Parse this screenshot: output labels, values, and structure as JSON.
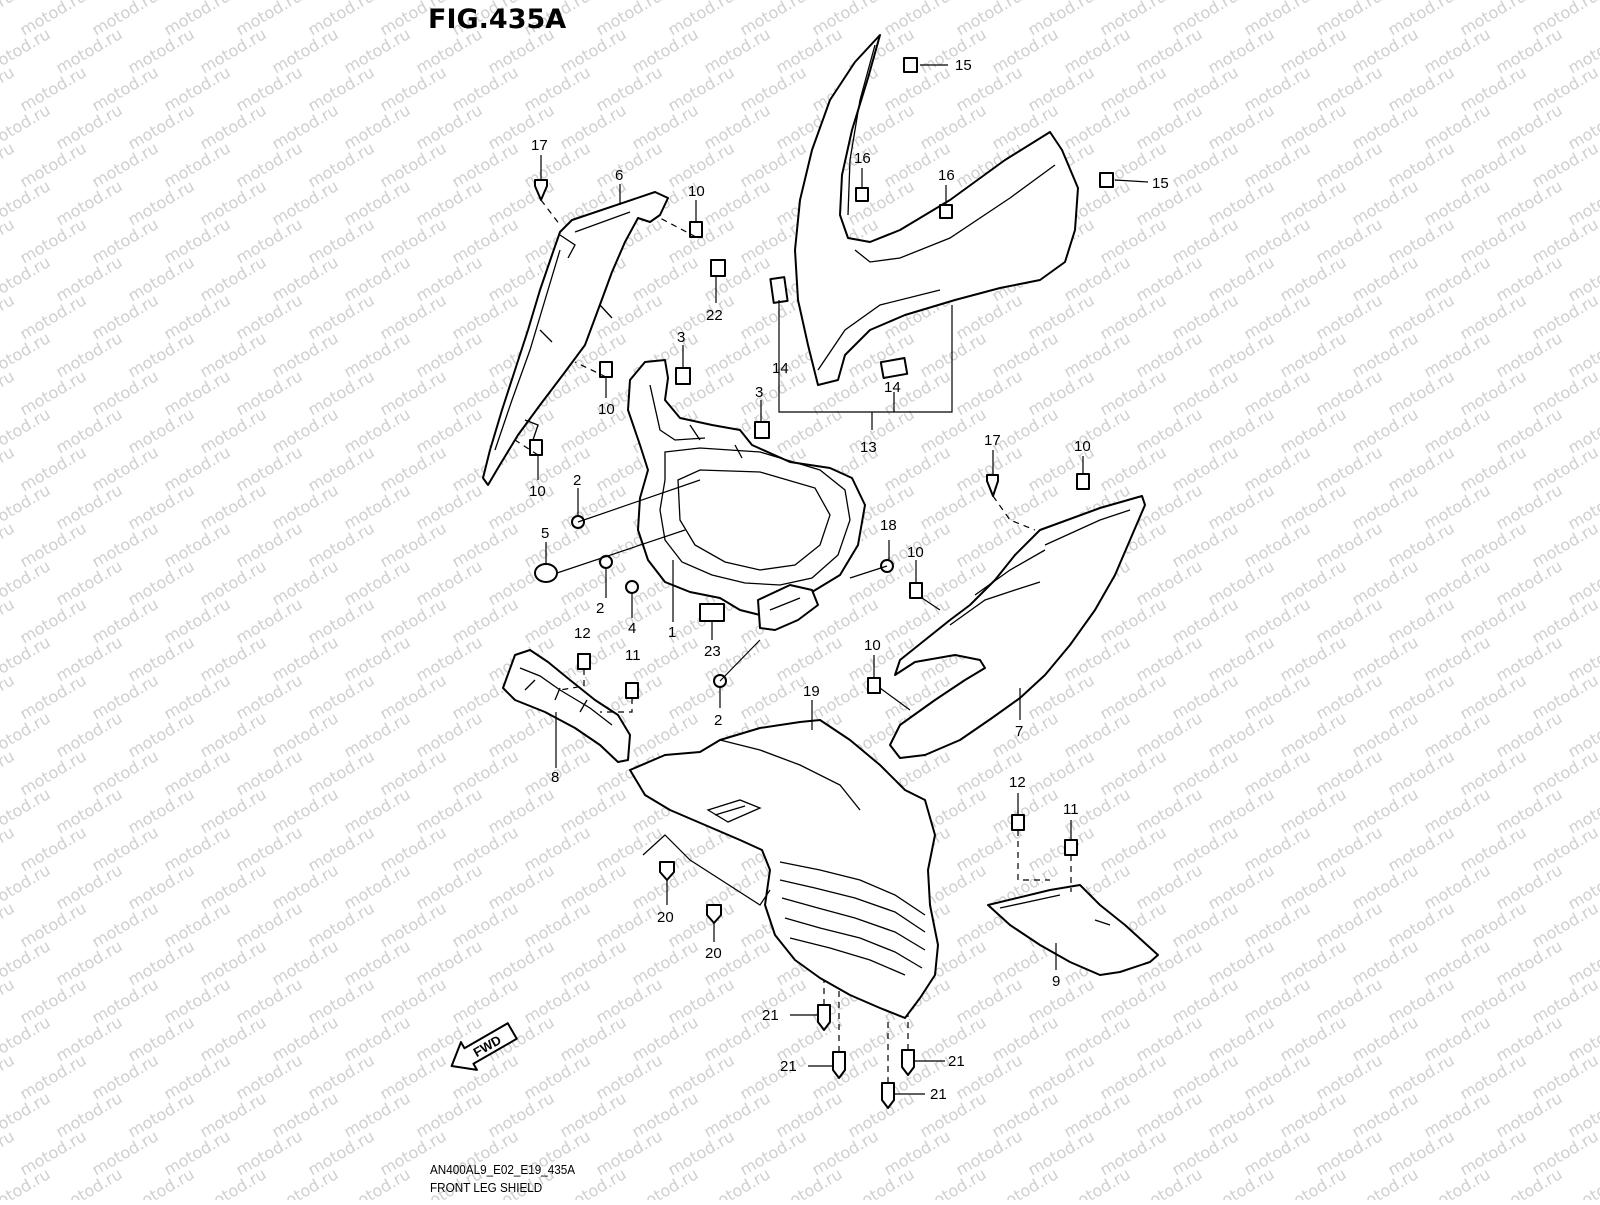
{
  "figure": {
    "title": "FIG.435A",
    "diagram_code": "AN400AL9_E02_E19_435A",
    "diagram_name": "FRONT LEG SHIELD",
    "watermark": "motod.ru",
    "direction_label": "FWD"
  },
  "callouts": {
    "c17a": "17",
    "c6": "6",
    "c10a": "10",
    "c22": "22",
    "c10b": "10",
    "c10c": "10",
    "c3a": "3",
    "c3b": "3",
    "c2a": "2",
    "c5": "5",
    "c2b": "2",
    "c4": "4",
    "c1": "1",
    "c23": "23",
    "c2c": "2",
    "c12a": "12",
    "c11a": "11",
    "c8": "8",
    "c15a": "15",
    "c15b": "15",
    "c16a": "16",
    "c16b": "16",
    "c14a": "14",
    "c14b": "14",
    "c13": "13",
    "c17b": "17",
    "c10d": "10",
    "c18": "18",
    "c10e": "10",
    "c10f": "10",
    "c7": "7",
    "c19": "19",
    "c20a": "20",
    "c20b": "20",
    "c12b": "12",
    "c11b": "11",
    "c9": "9",
    "c21a": "21",
    "c21b": "21",
    "c21c": "21",
    "c21d": "21"
  }
}
